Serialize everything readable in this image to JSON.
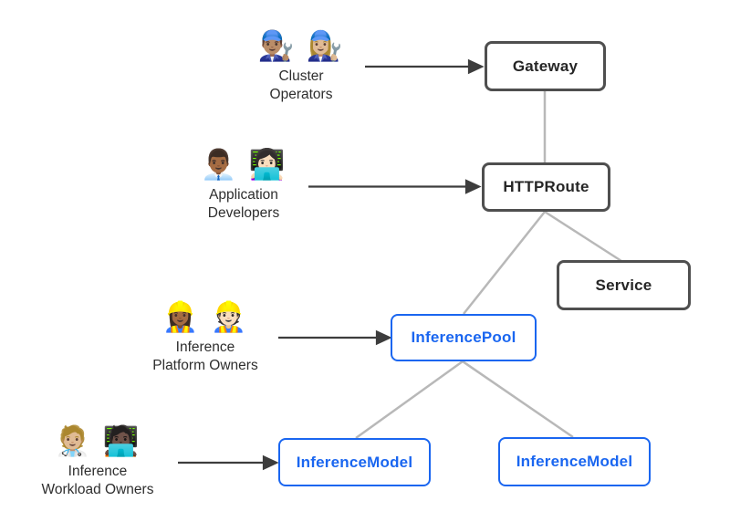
{
  "diagram": {
    "kind": "kubernetes-gateway-api-inference-extension-resource-model",
    "background": "#ffffff",
    "colors": {
      "core_box_border": "#4f4f4f",
      "core_box_text": "#262626",
      "extension_box_accent": "#1a66f0",
      "connector_line": "#b8b8b8",
      "actor_arrow": "#3d3d3d",
      "actor_label_text": "#2e2e2e"
    },
    "actors": [
      {
        "id": "cluster-operators",
        "emoji": "👨🏽‍🔧 👩🏼‍🔧",
        "emoji_name": "mechanic-people-emoji",
        "line1": "Cluster",
        "line2": "Operators",
        "points_to": "gateway"
      },
      {
        "id": "application-developers",
        "emoji": "👨🏾‍💼 👩🏻‍💻",
        "emoji_name": "office-worker-and-technologist-emoji",
        "line1": "Application",
        "line2": "Developers",
        "points_to": "httproute"
      },
      {
        "id": "inference-platform-owners",
        "emoji": "👷🏾‍♀️ 👷🏻",
        "emoji_name": "construction-worker-people-emoji",
        "line1": "Inference",
        "line2": "Platform Owners",
        "points_to": "inferencepool"
      },
      {
        "id": "inference-workload-owners",
        "emoji": "🧑🏼‍⚕️ 🧑🏿‍💻",
        "emoji_name": "coat-person-and-technologist-emoji",
        "line1": "Inference",
        "line2": "Workload Owners",
        "points_to": "inferencemodel-left"
      }
    ],
    "nodes": [
      {
        "id": "gateway",
        "label": "Gateway",
        "variant": "dark"
      },
      {
        "id": "httproute",
        "label": "HTTPRoute",
        "variant": "dark"
      },
      {
        "id": "service",
        "label": "Service",
        "variant": "dark"
      },
      {
        "id": "inferencepool",
        "label": "InferencePool",
        "variant": "blue"
      },
      {
        "id": "inferencemodel-left",
        "label": "InferenceModel",
        "variant": "blue"
      },
      {
        "id": "inferencemodel-right",
        "label": "InferenceModel",
        "variant": "blue"
      }
    ],
    "edges": [
      {
        "from": "gateway",
        "to": "httproute",
        "style": "gray-line"
      },
      {
        "from": "httproute",
        "to": "service",
        "style": "gray-line"
      },
      {
        "from": "httproute",
        "to": "inferencepool",
        "style": "gray-line"
      },
      {
        "from": "inferencepool",
        "to": "inferencemodel-left",
        "style": "gray-line"
      },
      {
        "from": "inferencepool",
        "to": "inferencemodel-right",
        "style": "gray-line"
      },
      {
        "from": "cluster-operators",
        "to": "gateway",
        "style": "dark-arrow"
      },
      {
        "from": "application-developers",
        "to": "httproute",
        "style": "dark-arrow"
      },
      {
        "from": "inference-platform-owners",
        "to": "inferencepool",
        "style": "dark-arrow"
      },
      {
        "from": "inference-workload-owners",
        "to": "inferencemodel-left",
        "style": "dark-arrow"
      }
    ]
  }
}
